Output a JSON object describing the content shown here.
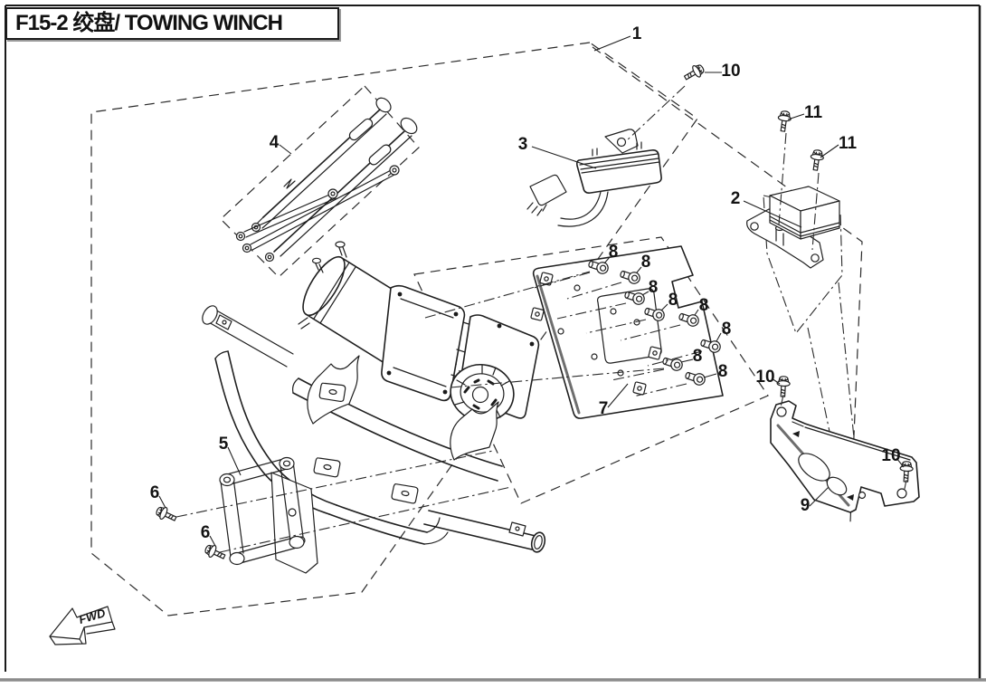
{
  "page": {
    "title": "F15-2  绞盘/ TOWING WINCH",
    "fwd_label": "FWD",
    "colors": {
      "ink": "#1a1a1a",
      "frame_grey": "#8c8c8c",
      "background": "#ffffff"
    }
  },
  "callouts": {
    "n1": "1",
    "n2": "2",
    "n3": "3",
    "n4": "4",
    "n5": "5",
    "n6": "6",
    "n7": "7",
    "n8": "8",
    "n9": "9",
    "n10": "10",
    "n11": "11"
  }
}
